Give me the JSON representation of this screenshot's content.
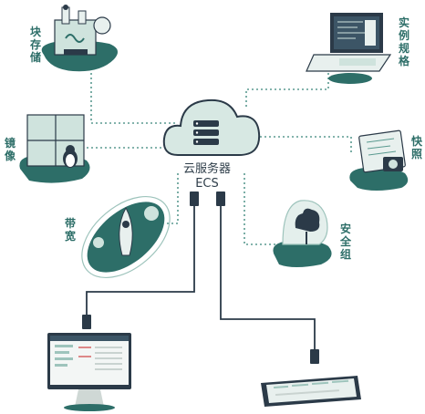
{
  "center": {
    "title": "云服务器",
    "subtitle": "ECS"
  },
  "nodes": {
    "block_storage": "块存储",
    "instance_spec": "实例规格",
    "image": "镜像",
    "snapshot": "快照",
    "bandwidth": "带宽",
    "security_group": "安全组"
  },
  "colors": {
    "teal_dark": "#2d6e68",
    "teal_light": "#cfe3dd",
    "navy": "#2b3a48",
    "connector": "#5a9a90"
  },
  "icons": {
    "cloud": "cloud-server-icon",
    "desktop": "desktop-monitor-icon",
    "tablet": "tablet-device-icon"
  }
}
